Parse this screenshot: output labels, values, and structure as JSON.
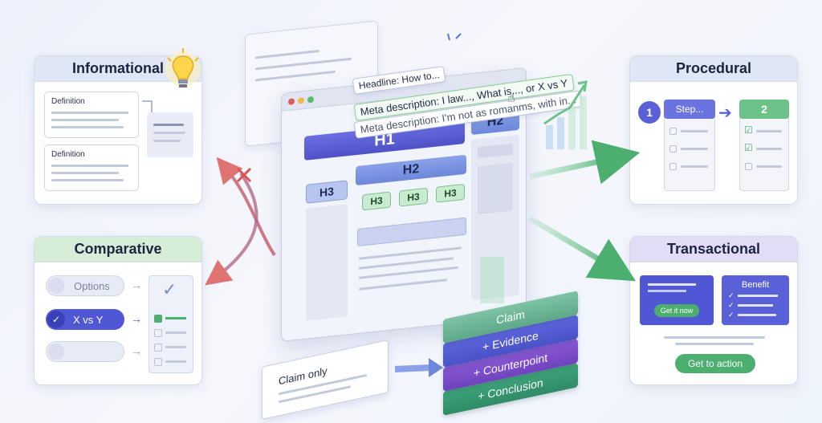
{
  "informational": {
    "title": "Informational",
    "definition_1": "Definition",
    "definition_2": "Definition"
  },
  "comparative": {
    "title": "Comparative",
    "option_1": "Options",
    "option_2": "X vs Y"
  },
  "procedural": {
    "title": "Procedural",
    "step_number": "1",
    "step_label": "Step...",
    "step_2": "2"
  },
  "transactional": {
    "title": "Transactional",
    "cta_small": "Get it now",
    "benefit": "Benefit",
    "cta": "Get to action"
  },
  "browser": {
    "h1": "H1",
    "h2_main": "H2",
    "h2_side": "H2",
    "h3_left": "H3",
    "h3_a": "H3",
    "h3_b": "H3",
    "h3_c": "H3"
  },
  "meta": {
    "headline": "Headline: How to...",
    "meta_1": "Meta description: I law..., What is..., or X vs Y",
    "meta_2": "Meta description: I'm not as romanms, with in..."
  },
  "claim_card": "Claim only",
  "stack": [
    "Claim",
    "+ Evidence",
    "+ Counterpoint",
    "+ Conclusion"
  ],
  "colors": {
    "blue_accent": "#5a60d8",
    "green_accent": "#4caf6f",
    "purple_accent": "#7b4fc9",
    "red_arrow": "#d9534f"
  }
}
